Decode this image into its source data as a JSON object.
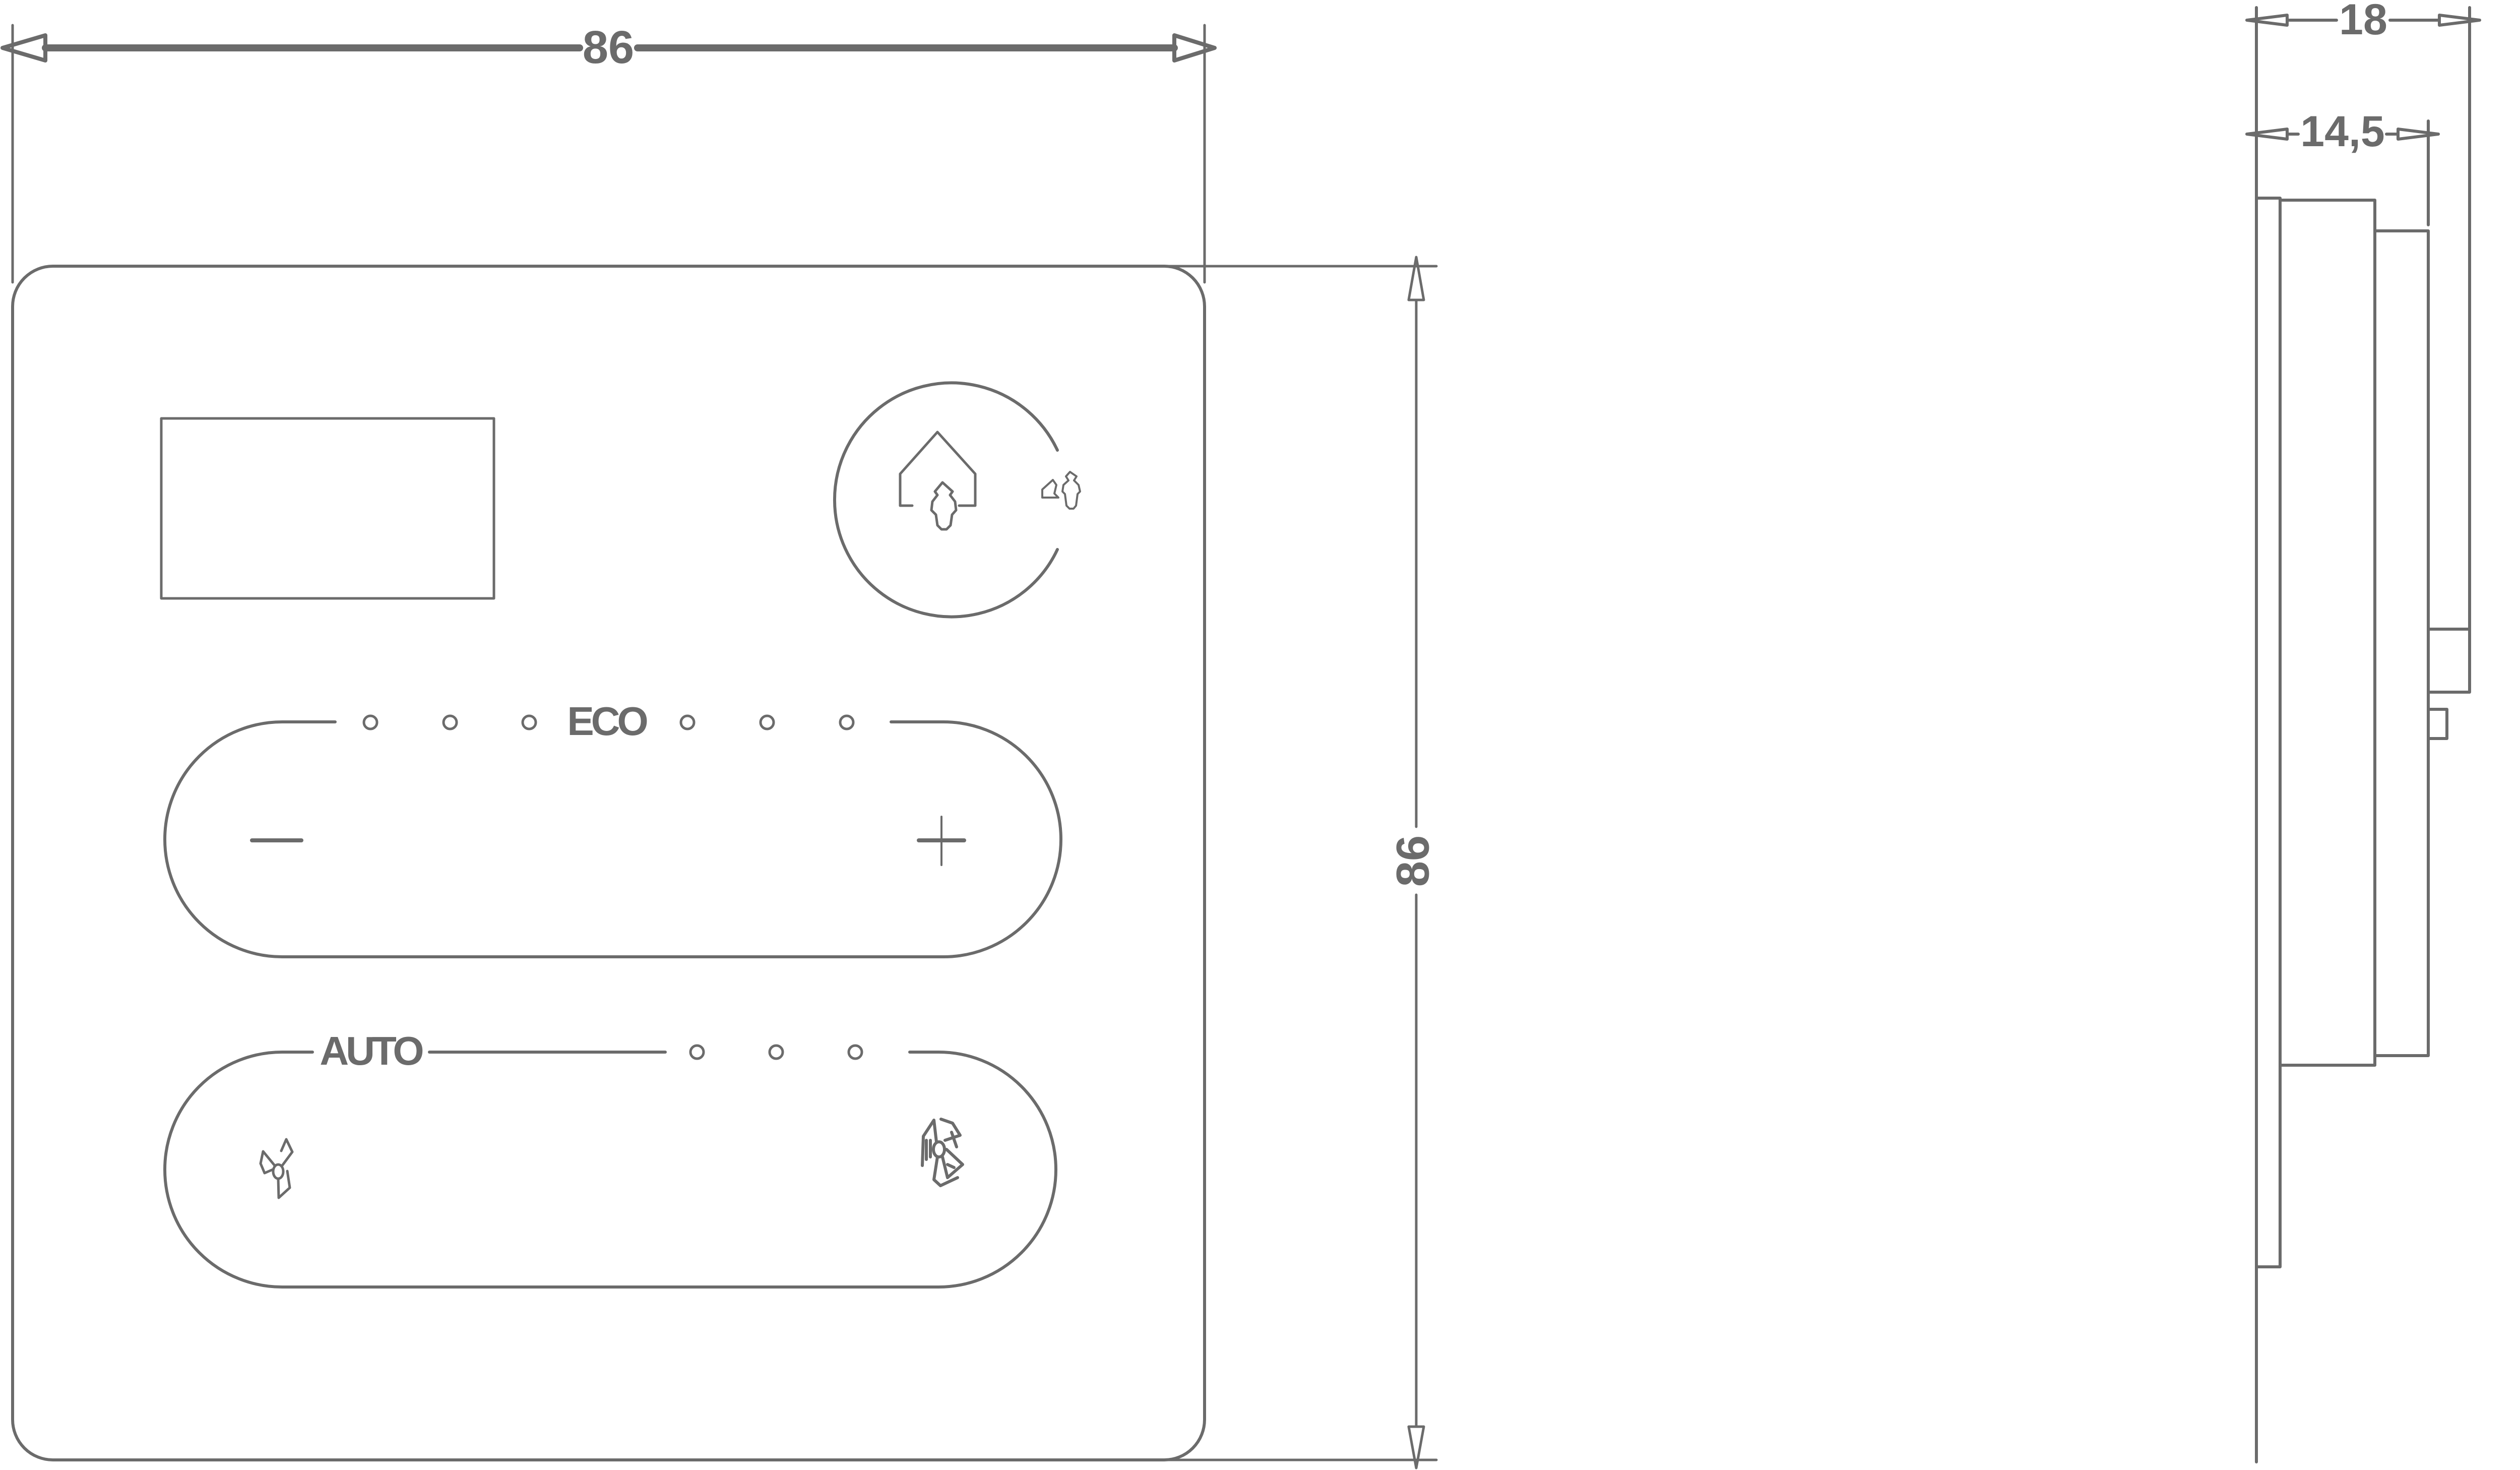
{
  "drawing": {
    "title": "Thermostat control panel dimension drawing",
    "line_color": "#6b6b6b",
    "background": "#ffffff"
  },
  "front_view": {
    "width_dimension": "86",
    "height_dimension": "86",
    "eco_label": "ECO",
    "auto_label": "AUTO",
    "eco_indicator_count": 6,
    "fan_indicator_count": 3,
    "icons": {
      "presence_main": "house-person-icon",
      "presence_alt": "house-person-small-icon",
      "minus": "minus-icon",
      "plus": "plus-icon",
      "fan_low": "fan-low-icon",
      "fan_high": "fan-high-icon"
    }
  },
  "side_view": {
    "total_depth_dimension": "18",
    "body_depth_dimension": "14,5"
  }
}
